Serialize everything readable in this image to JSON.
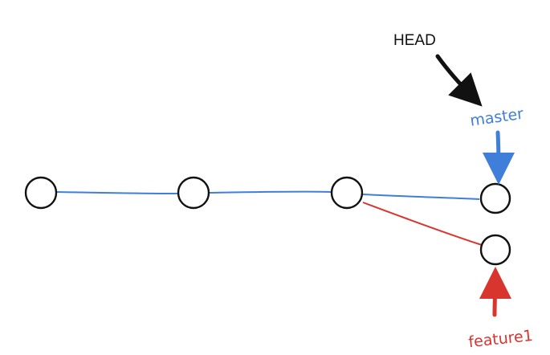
{
  "labels": {
    "head": "HEAD",
    "master": "master",
    "feature": "feature1"
  },
  "colors": {
    "master": "#3f7fd9",
    "feature": "#d9352f",
    "head": "#111111",
    "node_stroke": "#111111",
    "node_fill": "#ffffff"
  }
}
